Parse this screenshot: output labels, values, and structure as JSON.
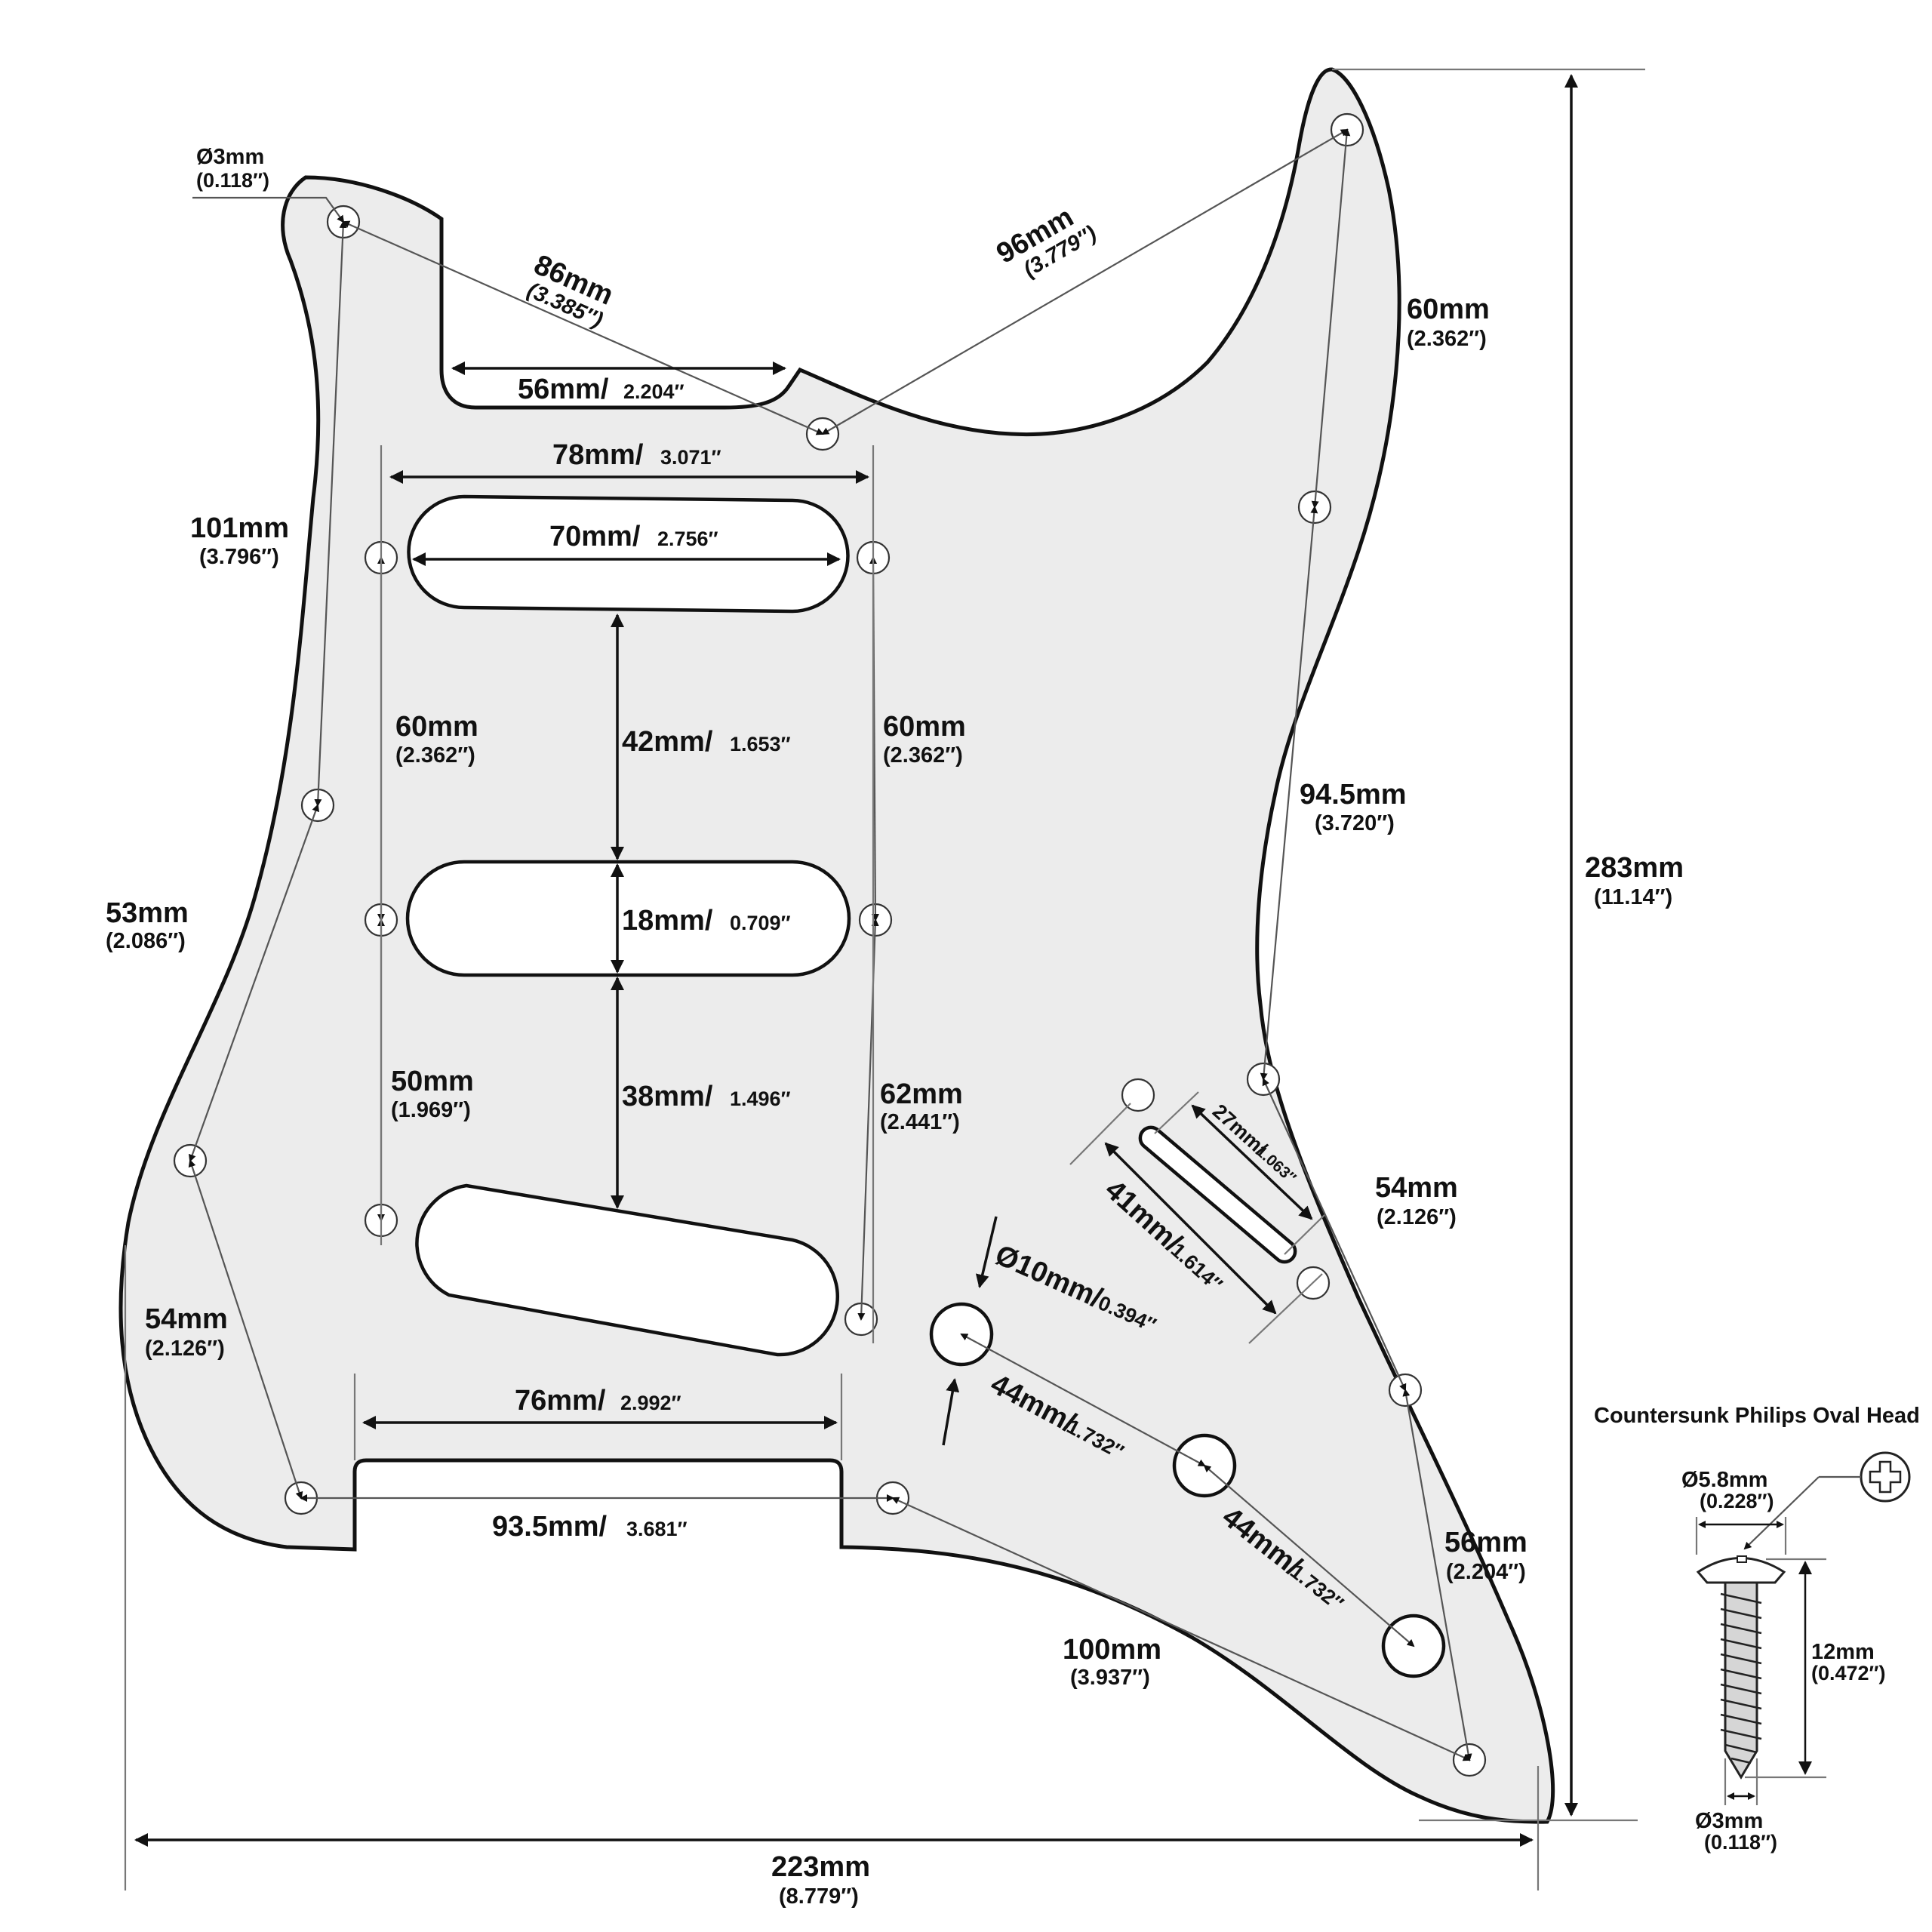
{
  "diagram": {
    "top_horn_screw_hole": {
      "main": "Ø3mm",
      "sub": "(0.118″)"
    },
    "horn_to_neck_screw": {
      "main": "86mm",
      "sub": "(3.385″)"
    },
    "neck_cutout_width": {
      "main": "56mm/",
      "sub": "2.204″"
    },
    "neck_to_treble_horn": {
      "main": "96mm",
      "sub": "(3.779″)"
    },
    "treble_horn_spacing": {
      "main": "60mm",
      "sub": "(2.362″)"
    },
    "pickup_screw_span": {
      "main": "78mm/",
      "sub": "3.071″"
    },
    "pickup_length": {
      "main": "70mm/",
      "sub": "2.756″"
    },
    "bass_edge_upper": {
      "main": "101mm",
      "sub": "(3.796″)"
    },
    "left_pickup_screws": {
      "main": "60mm",
      "sub": "(2.362″)"
    },
    "neck_to_middle_pickup": {
      "main": "42mm/",
      "sub": "1.653″"
    },
    "right_pickup_screws": {
      "main": "60mm",
      "sub": "(2.362″)"
    },
    "treble_edge_long": {
      "main": "94.5mm",
      "sub": "(3.720″)"
    },
    "bass_edge_mid": {
      "main": "53mm",
      "sub": "(2.086″)"
    },
    "pickup_width": {
      "main": "18mm/",
      "sub": "0.709″"
    },
    "left_lower_screws": {
      "main": "50mm",
      "sub": "(1.969″)"
    },
    "middle_to_bridge_pickup": {
      "main": "38mm/",
      "sub": "1.496″"
    },
    "right_lower_screws": {
      "main": "62mm",
      "sub": "(2.441″)"
    },
    "switch_slot_length": {
      "main": "27mm/",
      "sub": "1.063″"
    },
    "switch_screw_span": {
      "main": "41mm/",
      "sub": "1.614″"
    },
    "treble_edge_lower": {
      "main": "54mm",
      "sub": "(2.126″)"
    },
    "pot_hole_diameter": {
      "main": "Ø10mm/",
      "sub": "0.394″"
    },
    "bass_edge_lower": {
      "main": "54mm",
      "sub": "(2.126″)"
    },
    "pot_spacing_1": {
      "main": "44mm/",
      "sub": "1.732″"
    },
    "pot_spacing_2": {
      "main": "44mm/",
      "sub": "1.732″"
    },
    "bottom_cutout_width": {
      "main": "76mm/",
      "sub": "2.992″"
    },
    "bottom_screw_span": {
      "main": "93.5mm/",
      "sub": "3.681″"
    },
    "treble_tail": {
      "main": "56mm",
      "sub": "(2.204″)"
    },
    "bottom_to_tail": {
      "main": "100mm",
      "sub": "(3.937″)"
    },
    "overall_height": {
      "main": "283mm",
      "sub": "(11.14″)"
    },
    "overall_width": {
      "main": "223mm",
      "sub": "(8.779″)"
    }
  },
  "screw": {
    "title": "Countersunk Philips Oval Head",
    "head_diameter": {
      "main": "Ø5.8mm",
      "sub": "(0.228″)"
    },
    "length": {
      "main": "12mm",
      "sub": "(0.472″)"
    },
    "shank_diameter": {
      "main": "Ø3mm",
      "sub": "(0.118″)"
    }
  }
}
